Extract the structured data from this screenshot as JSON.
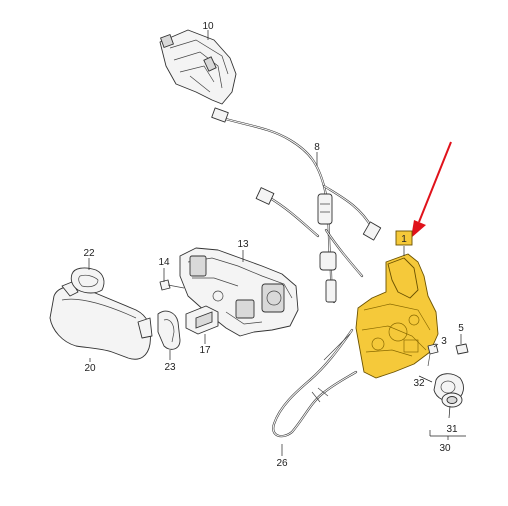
{
  "diagram": {
    "highlight_color": "#f5c93a",
    "arrow_color": "#e0121b",
    "callouts": [
      {
        "id": "1",
        "label": "1",
        "highlighted": true
      },
      {
        "id": "3",
        "label": "3"
      },
      {
        "id": "5",
        "label": "5"
      },
      {
        "id": "8",
        "label": "8"
      },
      {
        "id": "10",
        "label": "10"
      },
      {
        "id": "13",
        "label": "13"
      },
      {
        "id": "14",
        "label": "14"
      },
      {
        "id": "17",
        "label": "17"
      },
      {
        "id": "20",
        "label": "20"
      },
      {
        "id": "22",
        "label": "22"
      },
      {
        "id": "23",
        "label": "23"
      },
      {
        "id": "26",
        "label": "26"
      },
      {
        "id": "30",
        "label": "30"
      },
      {
        "id": "31",
        "label": "31"
      },
      {
        "id": "32",
        "label": "32"
      }
    ]
  }
}
